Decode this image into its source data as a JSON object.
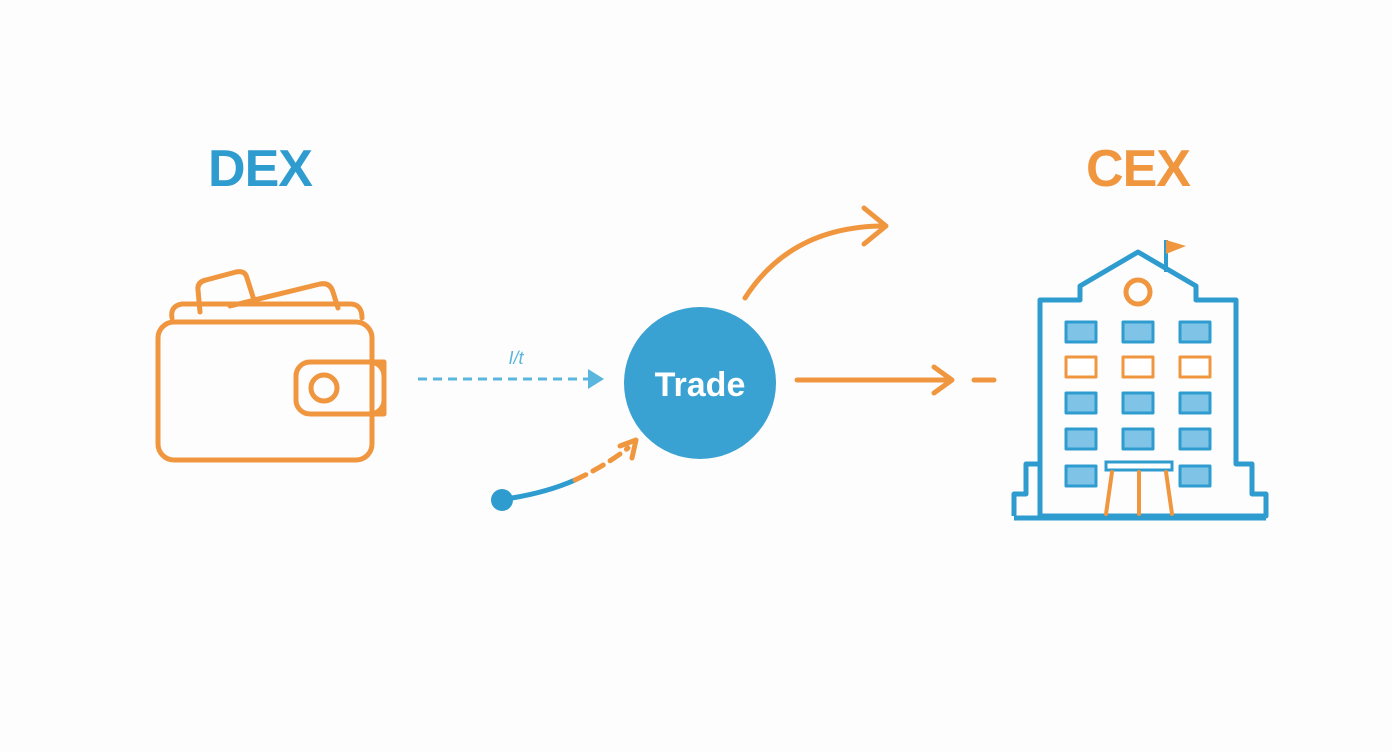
{
  "diagram": {
    "left_title": "DEX",
    "right_title": "CEX",
    "center_label": "Trade",
    "edge_label": "I/t"
  },
  "icons": {
    "left": "wallet-icon",
    "right": "bank-building-icon"
  },
  "colors": {
    "blue": "#2f9cd0",
    "light_blue": "#5ab6dc",
    "orange": "#f0963f",
    "background": "#fdfdfd"
  }
}
